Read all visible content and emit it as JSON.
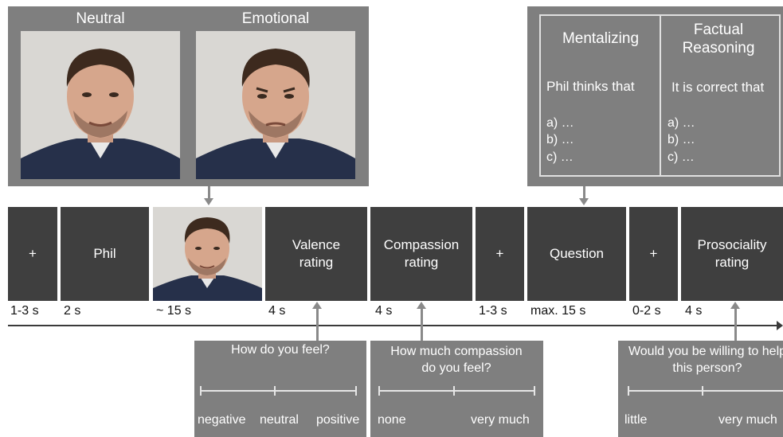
{
  "stimuli_panel": {
    "neutral_label": "Neutral",
    "emotional_label": "Emotional"
  },
  "question_panel": {
    "mentalizing_title": "Mentalizing",
    "factual_title": "Factual Reasoning",
    "mentalizing_prompt": "Phil thinks that",
    "factual_prompt": "It is correct that",
    "options": [
      "a) …",
      "b) …",
      "c) …"
    ]
  },
  "sequence": [
    {
      "label": "+",
      "duration": "1-3 s"
    },
    {
      "label": "Phil",
      "duration": "2 s"
    },
    {
      "label": "",
      "duration": "~ 15 s"
    },
    {
      "label": "Valence rating",
      "duration": "4 s"
    },
    {
      "label": "Compassion rating",
      "duration": "4 s"
    },
    {
      "label": "+",
      "duration": "1-3 s"
    },
    {
      "label": "Question",
      "duration": "max. 15 s"
    },
    {
      "label": "+",
      "duration": "0-2 s"
    },
    {
      "label": "Prosociality rating",
      "duration": "4 s"
    }
  ],
  "ratings": {
    "valence": {
      "question": "How do you feel?",
      "low": "negative",
      "mid": "neutral",
      "high": "positive"
    },
    "compassion": {
      "question": "How much compassion do you feel?",
      "low": "none",
      "high": "very much"
    },
    "prosociality": {
      "question": "Would you be willing to help this person?",
      "low": "little",
      "high": "very much"
    }
  },
  "colors": {
    "panel_gray": "#7f7f7f",
    "box_dark": "#3f3f3f",
    "arrow_gray": "#8a8a8a",
    "timeline": "#3a3a3a"
  }
}
